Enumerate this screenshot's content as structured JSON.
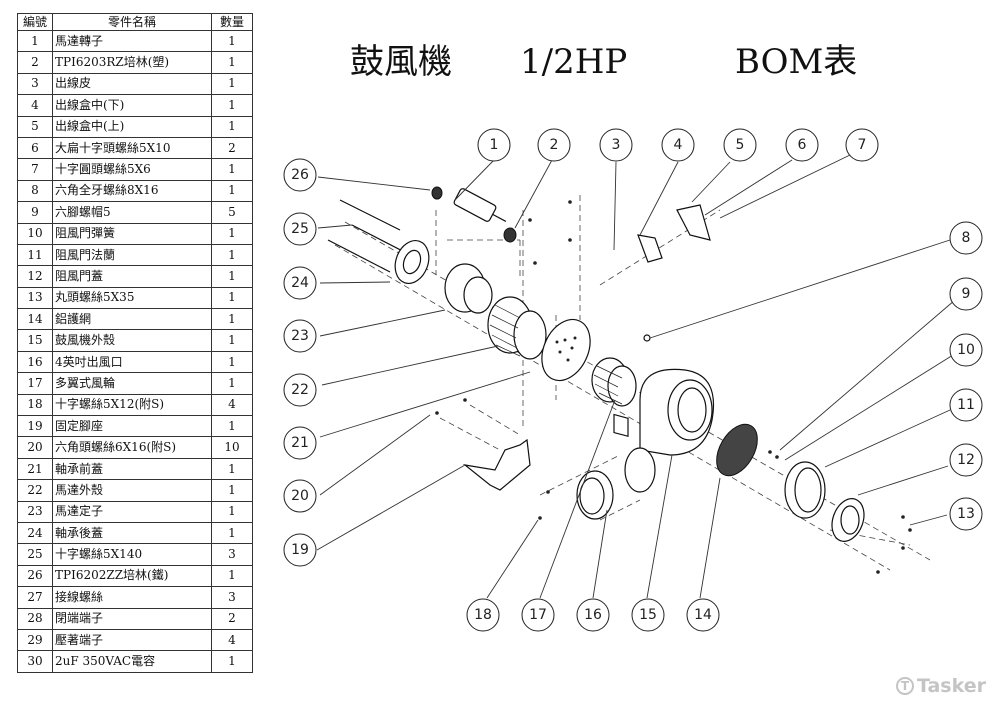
{
  "title": {
    "name": "鼓風機",
    "power": "1/2HP",
    "suffix": "BOM表"
  },
  "table": {
    "headers": [
      "編號",
      "零件名稱",
      "數量"
    ],
    "rows": [
      {
        "no": "1",
        "name": "馬達轉子",
        "qty": "1"
      },
      {
        "no": "2",
        "name": "TPI6203RZ培林(塑)",
        "qty": "1"
      },
      {
        "no": "3",
        "name": "出線皮",
        "qty": "1"
      },
      {
        "no": "4",
        "name": "出線盒中(下)",
        "qty": "1"
      },
      {
        "no": "5",
        "name": "出線盒中(上)",
        "qty": "1"
      },
      {
        "no": "6",
        "name": "大扁十字頭螺絲5X10",
        "qty": "2"
      },
      {
        "no": "7",
        "name": "十字圓頭螺絲5X6",
        "qty": "1"
      },
      {
        "no": "8",
        "name": "六角全牙螺絲8X16",
        "qty": "1"
      },
      {
        "no": "9",
        "name": "六腳螺帽5",
        "qty": "5"
      },
      {
        "no": "10",
        "name": "阻風門彈簧",
        "qty": "1"
      },
      {
        "no": "11",
        "name": "阻風門法蘭",
        "qty": "1"
      },
      {
        "no": "12",
        "name": "阻風門蓋",
        "qty": "1"
      },
      {
        "no": "13",
        "name": "丸頭螺絲5X35",
        "qty": "1"
      },
      {
        "no": "14",
        "name": "鋁護網",
        "qty": "1"
      },
      {
        "no": "15",
        "name": "鼓風機外殼",
        "qty": "1"
      },
      {
        "no": "16",
        "name": "4英吋出風口",
        "qty": "1"
      },
      {
        "no": "17",
        "name": "多翼式風輪",
        "qty": "1"
      },
      {
        "no": "18",
        "name": "十字螺絲5X12(附S)",
        "qty": "4"
      },
      {
        "no": "19",
        "name": "固定腳座",
        "qty": "1"
      },
      {
        "no": "20",
        "name": "六角頭螺絲6X16(附S)",
        "qty": "10"
      },
      {
        "no": "21",
        "name": "軸承前蓋",
        "qty": "1"
      },
      {
        "no": "22",
        "name": "馬達外殼",
        "qty": "1"
      },
      {
        "no": "23",
        "name": "馬達定子",
        "qty": "1"
      },
      {
        "no": "24",
        "name": "軸承後蓋",
        "qty": "1"
      },
      {
        "no": "25",
        "name": "十字螺絲5X140",
        "qty": "3"
      },
      {
        "no": "26",
        "name": "TPI6202ZZ培林(鐵)",
        "qty": "1"
      },
      {
        "no": "27",
        "name": "接線螺絲",
        "qty": "3"
      },
      {
        "no": "28",
        "name": "閉端端子",
        "qty": "2"
      },
      {
        "no": "29",
        "name": "壓著端子",
        "qty": "4"
      },
      {
        "no": "30",
        "name": "2uF 350VAC電容",
        "qty": "1"
      }
    ]
  },
  "balloons": [
    "1",
    "2",
    "3",
    "4",
    "5",
    "6",
    "7",
    "8",
    "9",
    "10",
    "11",
    "12",
    "13",
    "14",
    "15",
    "16",
    "17",
    "18",
    "19",
    "20",
    "21",
    "22",
    "23",
    "24",
    "25",
    "26"
  ],
  "watermark": "Tasker"
}
